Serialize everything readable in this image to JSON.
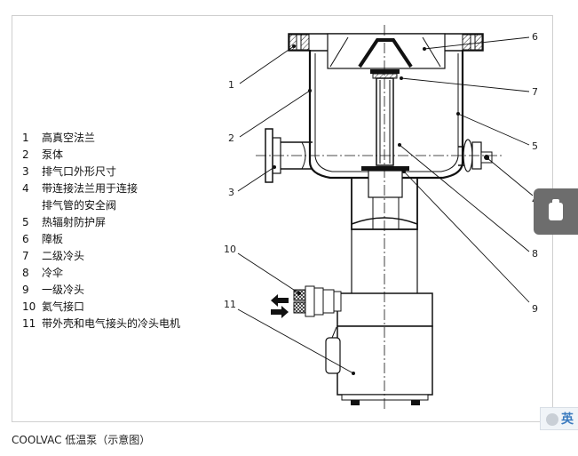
{
  "legend": [
    {
      "num": "1",
      "text": "高真空法兰"
    },
    {
      "num": "2",
      "text": "泵体"
    },
    {
      "num": "3",
      "text": "排气口外形尺寸"
    },
    {
      "num": "4",
      "text": "带连接法兰用于连接"
    },
    {
      "num": "",
      "text": "排气管的安全阀"
    },
    {
      "num": "5",
      "text": "热辐射防护屏"
    },
    {
      "num": "6",
      "text": "障板"
    },
    {
      "num": "7",
      "text": "二级冷头"
    },
    {
      "num": "8",
      "text": "冷伞"
    },
    {
      "num": "9",
      "text": "一级冷头"
    },
    {
      "num": "10",
      "text": "氦气接口"
    },
    {
      "num": "11",
      "text": "带外壳和电气接头的冷头电机"
    }
  ],
  "callouts": [
    "1",
    "2",
    "3",
    "4",
    "5",
    "6",
    "7",
    "8",
    "9",
    "10",
    "11"
  ],
  "caption": "COOLVAC 低温泵（示意图）",
  "corner_badge": "英",
  "icons": {
    "side_widget": "cup-icon"
  }
}
